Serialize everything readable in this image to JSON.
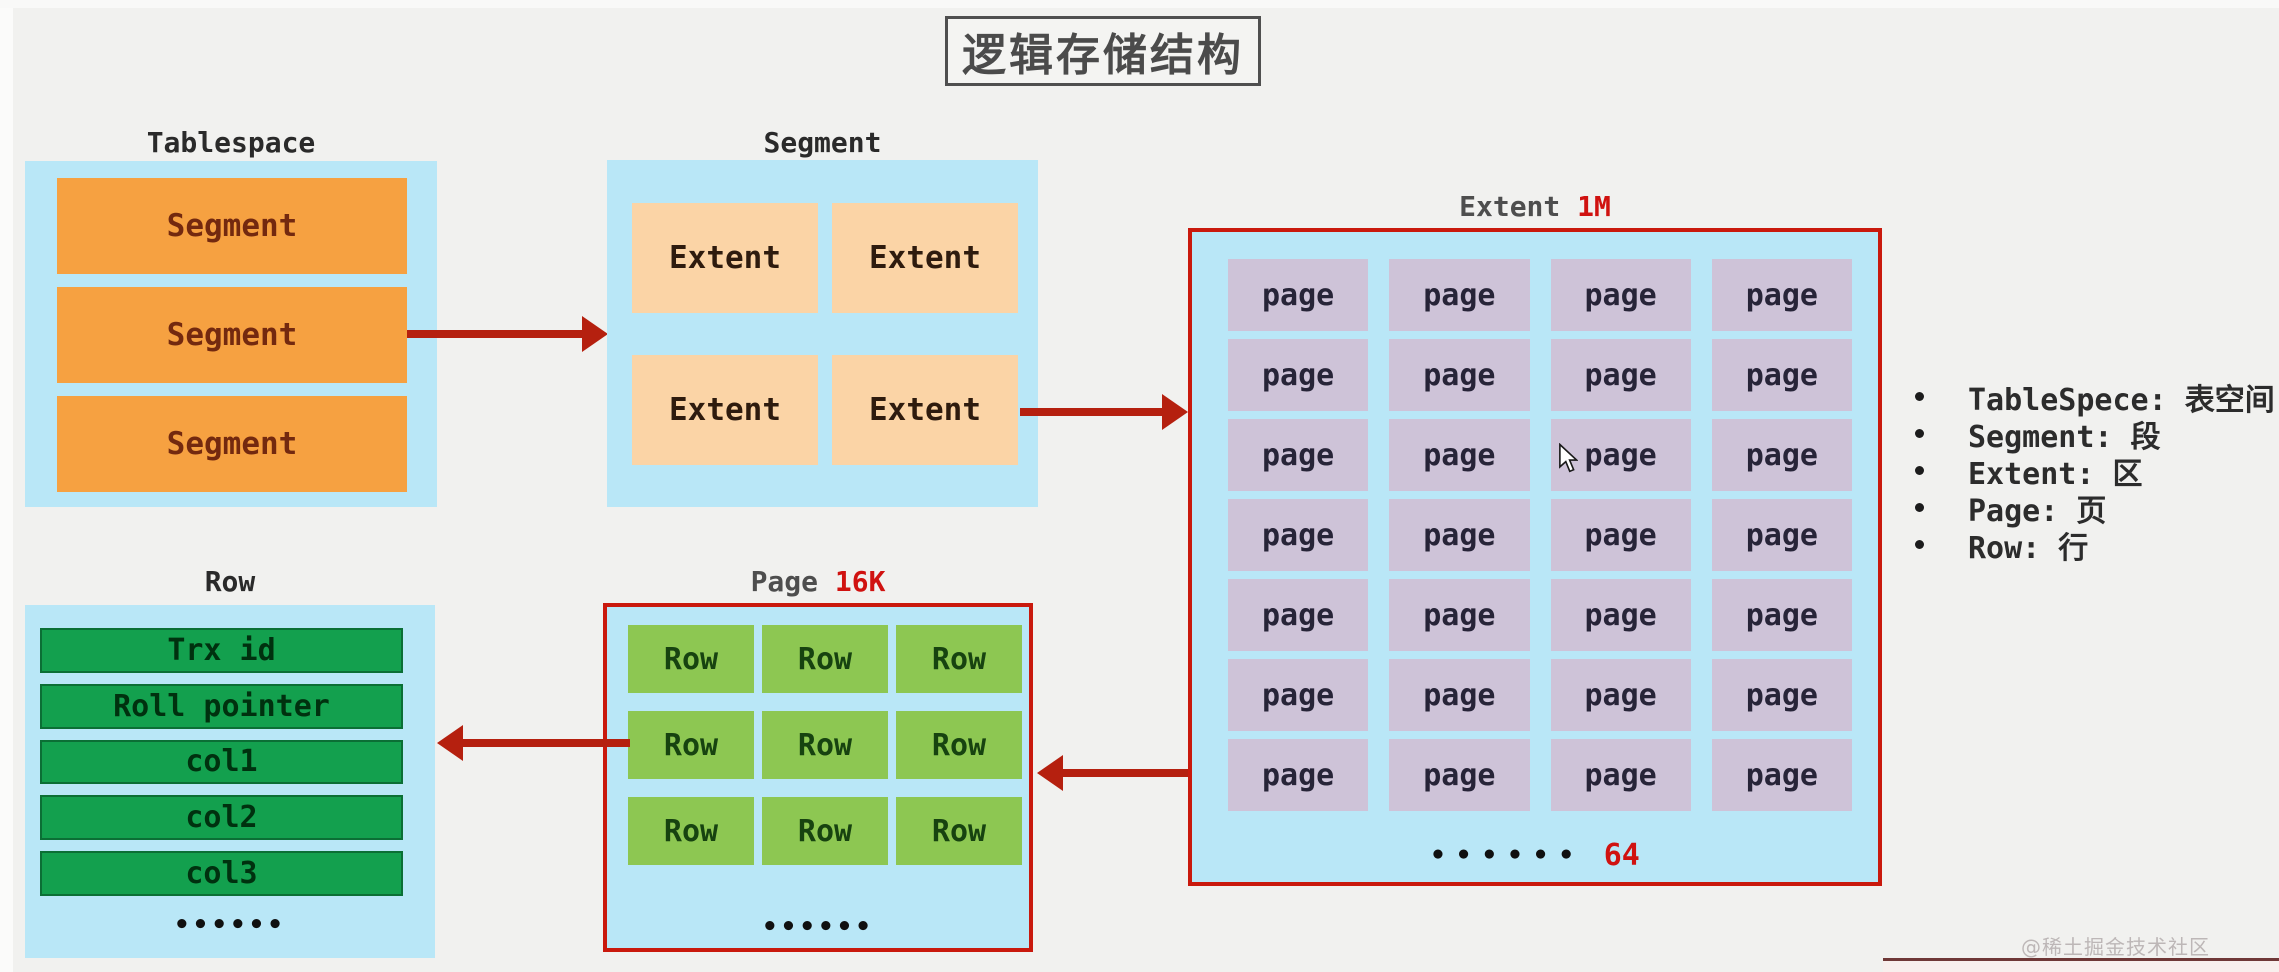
{
  "title": "逻辑存储结构",
  "tablespace": {
    "label": "Tablespace",
    "segments": [
      "Segment",
      "Segment",
      "Segment"
    ]
  },
  "segment": {
    "label": "Segment",
    "extents": [
      "Extent",
      "Extent",
      "Extent",
      "Extent"
    ]
  },
  "extent": {
    "label": "Extent",
    "size": "1M",
    "page_label": "page",
    "grid": {
      "rows": 7,
      "cols": 4
    },
    "ellipsis": "••••••",
    "count": "64"
  },
  "page": {
    "label": "Page",
    "size": "16K",
    "row_label": "Row",
    "grid": {
      "rows": 3,
      "cols": 3
    },
    "ellipsis": "••••••"
  },
  "row": {
    "label": "Row",
    "fields": [
      "Trx id",
      "Roll pointer",
      "col1",
      "col2",
      "col3"
    ],
    "ellipsis": "••••••"
  },
  "legend": {
    "items": [
      "TableSpece: 表空间",
      "Segment: 段",
      "Extent: 区",
      "Page: 页",
      "Row: 行"
    ]
  },
  "watermark": "@稀土掘金技术社区",
  "colors": {
    "arrow_red": "#b5200f",
    "border_red": "#c9190d",
    "container_blue": "#b9e7f7",
    "segment_orange": "#f6a141",
    "extent_peach": "#fbd4a6",
    "page_lavender": "#cec3d8",
    "row_green_dark": "#13a04e",
    "row_green_light": "#8dc752",
    "size_red": "#d01210"
  }
}
